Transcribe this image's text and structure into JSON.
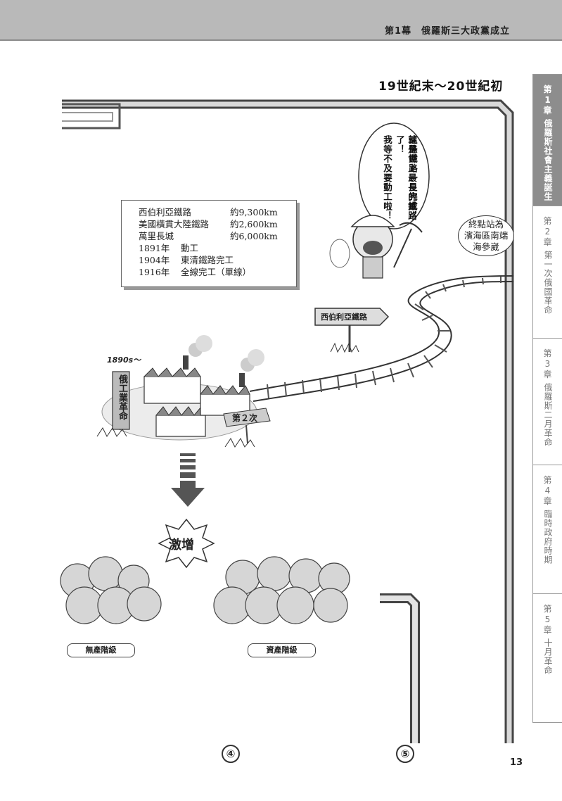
{
  "header": {
    "title": "第1幕　俄羅斯三大政黨成立"
  },
  "era": "19世紀末～20世紀初",
  "tabs": [
    {
      "chapter": "第",
      "num": "1",
      "unit": "章",
      "title": "俄羅斯社會主義誕生",
      "active": true
    },
    {
      "chapter": "第",
      "num": "2",
      "unit": "章",
      "title": "第一次俄國革命",
      "active": false
    },
    {
      "chapter": "第",
      "num": "3",
      "unit": "章",
      "title": "俄羅斯二月革命",
      "active": false
    },
    {
      "chapter": "第",
      "num": "4",
      "unit": "章",
      "title": "臨時政府時期",
      "active": false
    },
    {
      "chapter": "第",
      "num": "5",
      "unit": "章",
      "title": "十月革命",
      "active": false
    }
  ],
  "speech": {
    "col1": "這條鐵路一旦完成，",
    "col2": "就是世上最長的鐵路了！",
    "col3": "我等不及要動工啦！"
  },
  "terminal_note": {
    "line1": "終點站為",
    "line2": "濱海區南端",
    "line3": "海參崴"
  },
  "infobox": {
    "rows": [
      {
        "name": "西伯利亞鐵路",
        "value": "約9,300km"
      },
      {
        "name": "美國橫貫大陸鐵路",
        "value": "約2,600km"
      },
      {
        "name": "萬里長城",
        "value": "約6,000km"
      }
    ],
    "events": [
      {
        "year": "1891年",
        "text": "動工"
      },
      {
        "year": "1904年",
        "text": "東清鐵路完工"
      },
      {
        "year": "1916年",
        "text": "全線完工（單線）"
      }
    ]
  },
  "signpost": "西伯利亞鐵路",
  "decade": "1890s～",
  "industrial": "俄工業革命",
  "second": "第２次",
  "surge": "激增",
  "groups": {
    "workers": "無產階級",
    "capitalists": "資產階級"
  },
  "panels": {
    "left": "④",
    "right": "⑤"
  },
  "page_number": "13",
  "colors": {
    "header": "#b9b9b9",
    "active_tab": "#8d8d8d",
    "frame": "#555555"
  }
}
